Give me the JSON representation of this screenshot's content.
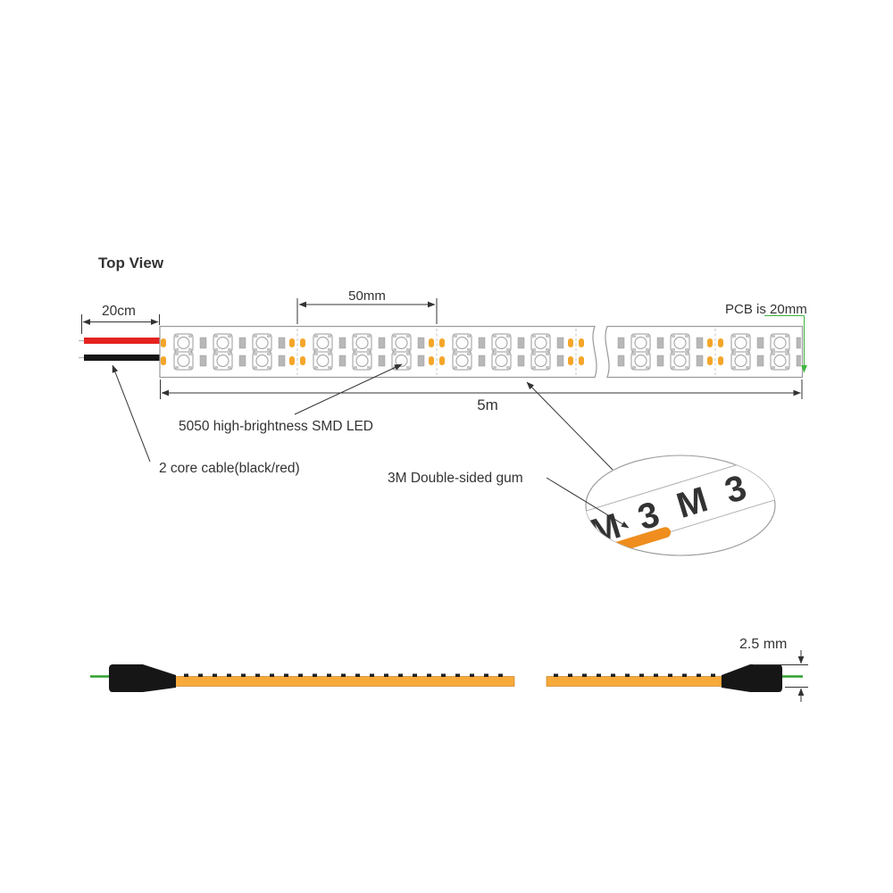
{
  "diagram": {
    "title": "Top View",
    "dimensions": {
      "cable_length": "20cm",
      "led_pitch": "50mm",
      "pcb_width": "PCB  is 20mm",
      "strip_length": "5m",
      "strip_thickness": "2.5 mm"
    },
    "callouts": {
      "led": "5050 high-brightness SMD LED",
      "cable": "2 core cable(black/red)",
      "adhesive": "3M Double-sided gum"
    },
    "magnifier_tape_print": "M 3 M 3",
    "strip": {
      "rows": 2,
      "leds_per_cut_section": 3,
      "segments": 2
    },
    "colors": {
      "wire_red": "#e42320",
      "wire_black": "#161616",
      "wire_green": "#2fa12f",
      "solder_pad_orange": "#f5a62a",
      "side_strip_orange": "#f7a93a",
      "adhesive_orange": "#ef8e1e",
      "pcb_dim_green": "#3db53d",
      "outline_gray": "#9a9a9a",
      "dim_color": "#333333",
      "tape_text_gray": "#d6d6d6"
    }
  }
}
